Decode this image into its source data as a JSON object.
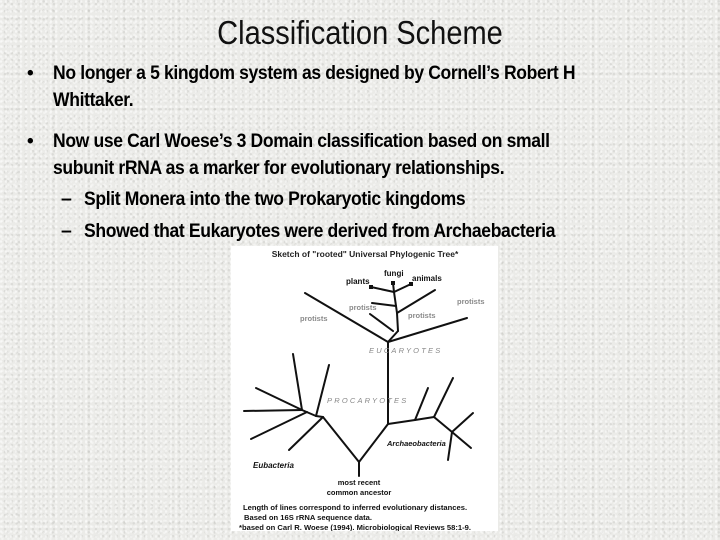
{
  "slide": {
    "title": "Classification Scheme",
    "bullets": [
      {
        "lines": [
          "No longer a 5 kingdom system as designed by Cornell’s Robert H",
          "Whittaker."
        ]
      },
      {
        "lines": [
          "Now use Carl Woese’s 3 Domain classification based on small",
          "subunit rRNA as a marker for evolutionary relationships."
        ],
        "sub_bullets": [
          "Split Monera into the two Prokaryotic kingdoms",
          "Showed that Eukaryotes were derived from Archaebacteria"
        ]
      }
    ],
    "bullet_glyph": "•",
    "sub_bullet_glyph": "–"
  },
  "figure": {
    "title": "Sketch of \"rooted\" Universal Phylogenic Tree*",
    "labels": {
      "plants": "plants",
      "fungi": "fungi",
      "animals": "animals",
      "protists": "protists",
      "eucaryotes": "EUCARYOTES",
      "procaryotes": "PROCARYOTES",
      "eubacteria": "Eubacteria",
      "archaebacteria": "Archaeobacteria",
      "root_line1": "most recent",
      "root_line2": "common ancestor"
    },
    "caption": [
      "Length of lines correspond to inferred evolutionary distances.",
      " Based on 16S rRNA sequence data.",
      "*based on Carl R. Woese (1994). Microbiological Reviews 58:1-9."
    ],
    "colors": {
      "line": "#111111",
      "protists_label": "#8a8a8a",
      "domain_label": "#888888"
    }
  }
}
